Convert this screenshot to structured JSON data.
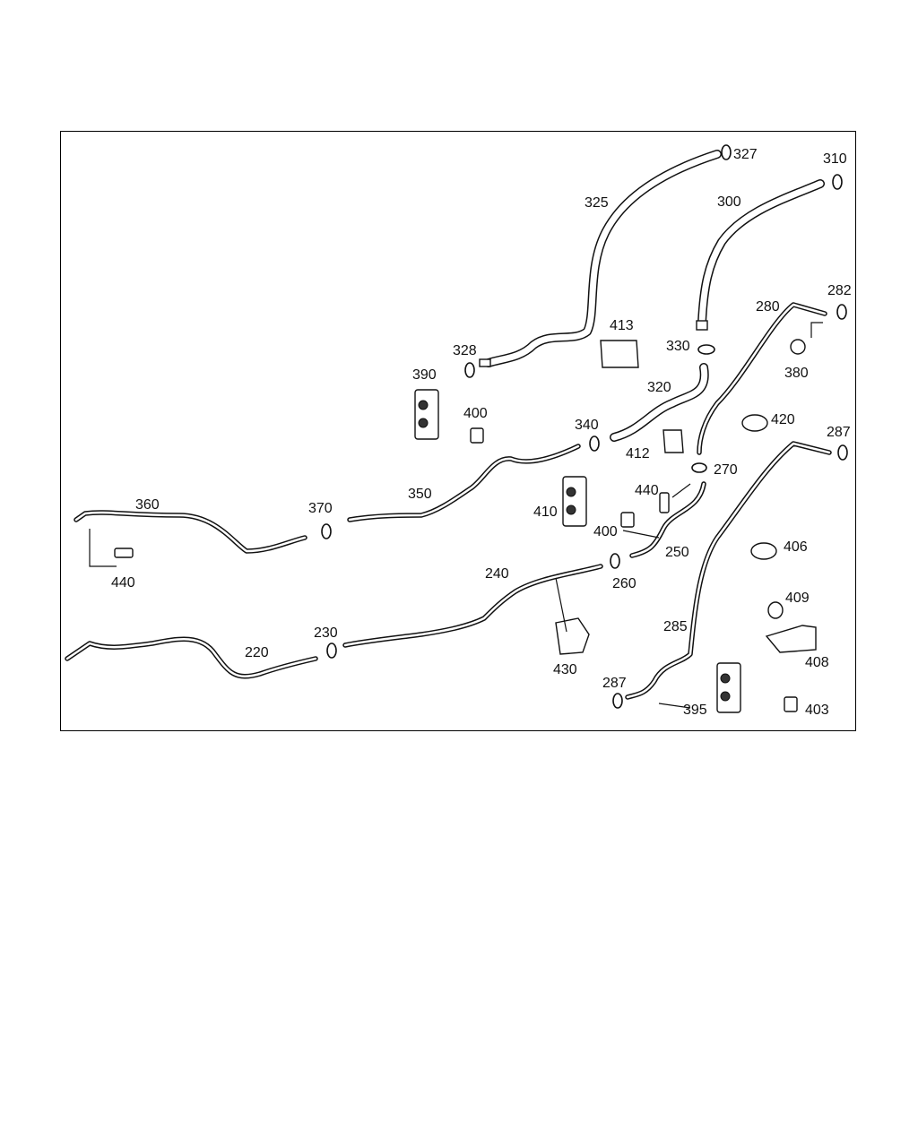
{
  "diagram": {
    "labels": {
      "l327": "327",
      "l310": "310",
      "l325": "325",
      "l300": "300",
      "l282": "282",
      "l280": "280",
      "l413": "413",
      "l330": "330",
      "l328": "328",
      "l380": "380",
      "l390": "390",
      "l320": "320",
      "l400a": "400",
      "l340": "340",
      "l420": "420",
      "l287a": "287",
      "l412": "412",
      "l270": "270",
      "l350": "350",
      "l440a": "440",
      "l360": "360",
      "l370": "370",
      "l410": "410",
      "l400b": "400",
      "l250": "250",
      "l406": "406",
      "l440b": "440",
      "l240": "240",
      "l260": "260",
      "l409": "409",
      "l285": "285",
      "l230": "230",
      "l220": "220",
      "l408": "408",
      "l430": "430",
      "l287b": "287",
      "l395": "395",
      "l403": "403"
    }
  }
}
